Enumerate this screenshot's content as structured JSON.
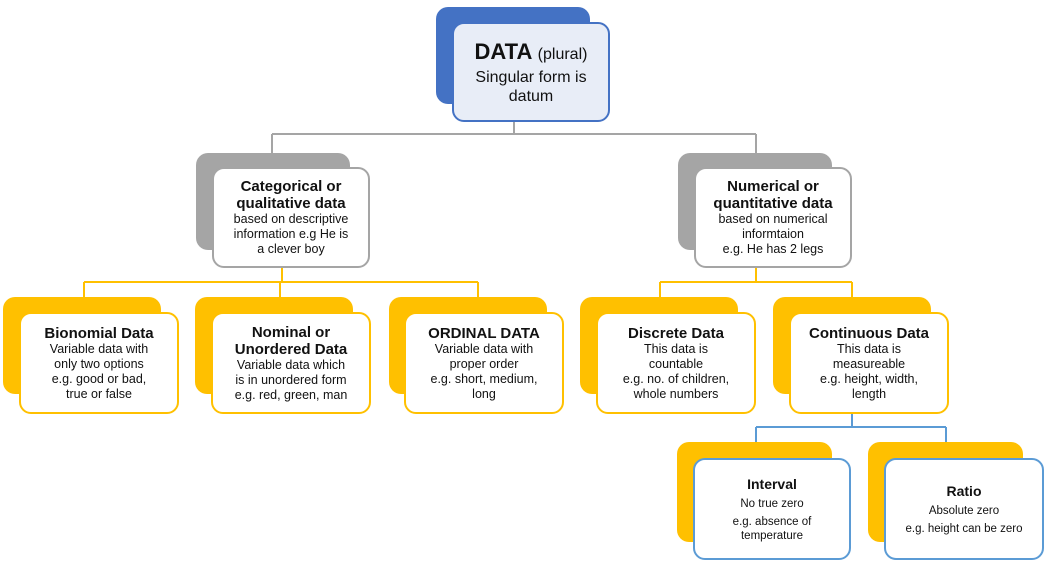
{
  "root": {
    "title": "DATA",
    "plural": "(plural)",
    "line1": "Singular form is",
    "line2": "datum"
  },
  "categorical": {
    "title1": "Categorical or",
    "title2": "qualitative data",
    "desc1": "based on descriptive",
    "desc2": "information e.g He is",
    "desc3": "a clever boy"
  },
  "numerical": {
    "title1": "Numerical or",
    "title2": "quantitative data",
    "desc1": "based on numerical",
    "desc2": "informtaion",
    "desc3": "e.g. He has 2 legs"
  },
  "binomial": {
    "title": "Bionomial Data",
    "desc1": "Variable data with",
    "desc2": "only two options",
    "desc3": "e.g. good or bad,",
    "desc4": "true or false"
  },
  "nominal": {
    "title1": "Nominal or",
    "title2": "Unordered Data",
    "desc1": "Variable data which",
    "desc2": "is in unordered form",
    "desc3": "e.g. red, green, man"
  },
  "ordinal": {
    "title": "ORDINAL DATA",
    "desc1": "Variable data with",
    "desc2": "proper order",
    "desc3": "e.g. short, medium,",
    "desc4": "long"
  },
  "discrete": {
    "title": "Discrete Data",
    "desc1": "This data is",
    "desc2": "countable",
    "desc3": "e.g. no. of children,",
    "desc4": "whole numbers"
  },
  "continuous": {
    "title": "Continuous Data",
    "desc1": "This data is",
    "desc2": "measureable",
    "desc3": "e.g. height, width,",
    "desc4": "length"
  },
  "interval": {
    "title": "Interval",
    "desc1": "No true zero",
    "desc2": "e.g. absence of",
    "desc3": "temperature"
  },
  "ratio": {
    "title": "Ratio",
    "desc1": "Absolute zero",
    "desc2": "e.g. height can be zero"
  },
  "colors": {
    "blue": "#4472c4",
    "gray": "#a5a5a5",
    "gold": "#ffc000",
    "light_blue": "#5b9bd5"
  }
}
